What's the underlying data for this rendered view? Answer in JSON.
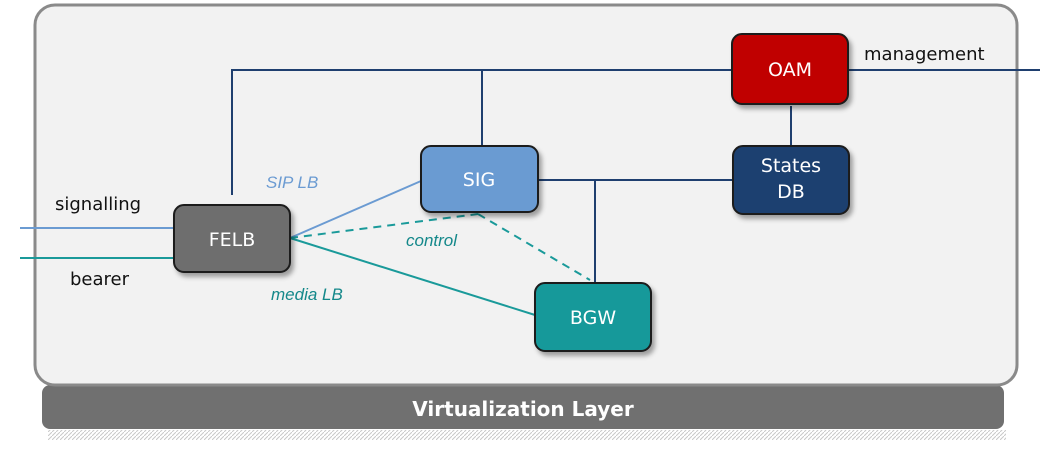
{
  "nodes": {
    "oam": "OAM",
    "states_db": [
      "States",
      "DB"
    ],
    "sig": "SIG",
    "felb": "FELB",
    "bgw": "BGW"
  },
  "external_labels": {
    "management": "management",
    "signalling": "signalling",
    "bearer": "bearer"
  },
  "link_labels": {
    "sip_lb": "SIP LB",
    "control": "control",
    "media_lb": "media LB"
  },
  "layer": {
    "label": "Virtualization Layer"
  },
  "colors": {
    "oam": "#c00000",
    "states_db": "#1f3f6f",
    "sig": "#6b9bd2",
    "felb": "#6e6e6e",
    "bgw": "#14999a",
    "navy_line": "#1f3f6f",
    "light_blue_line": "#6b9bd2",
    "teal_line": "#1a9a9a",
    "layer_bar": "#707070",
    "frame_bg": "#f2f2f2",
    "frame_border": "#8a8a8a"
  }
}
